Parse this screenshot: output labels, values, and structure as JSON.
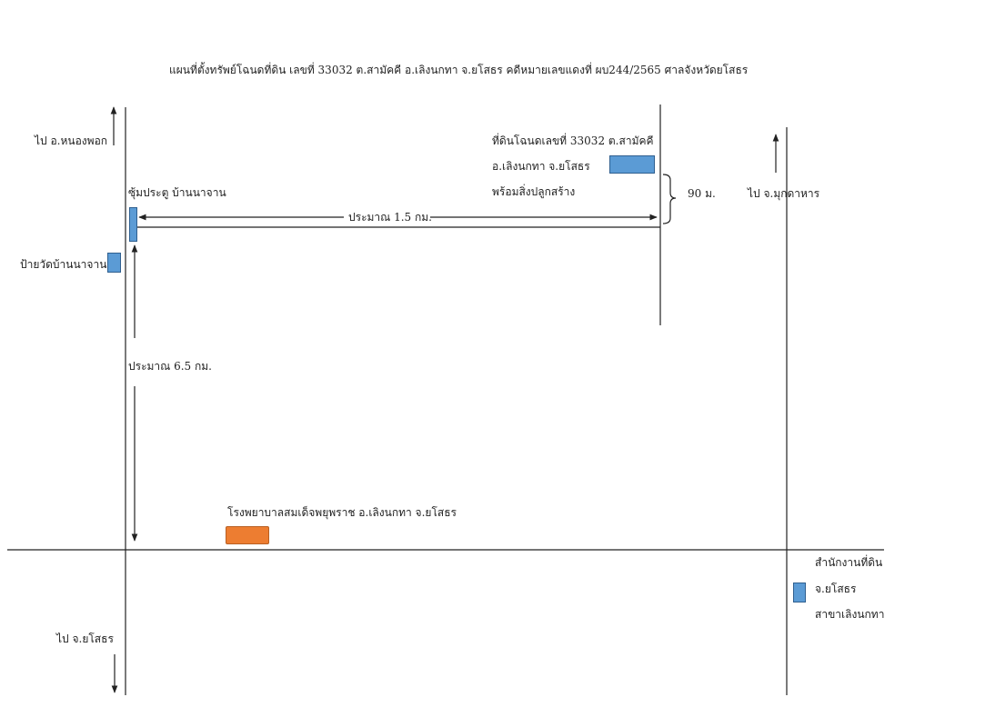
{
  "title": "แผนที่ตั้งทรัพย์โฉนดที่ดิน  เลขที่  33032  ต.สามัคคี อ.เลิงนกทา จ.ยโสธร   คดีหมายเลขแดงที่ ผบ244/2565  ศาลจังหวัดยโสธร",
  "labels": {
    "to_nong_phok": "ไป อ.หนองพอก",
    "soi_gate": "ซุ้มประตู บ้านนาจาน",
    "temple_sign": "ป้ายวัดบ้านนาจาน",
    "dist_horizontal": "ประมาณ 1.5 กม.",
    "dist_vertical": "ประมาณ 6.5 กม.",
    "land_line1": "ที่ดินโฉนดเลขที่ 33032 ต.สามัคคี",
    "land_line2": "อ.เลิงนกทา จ.ยโสธร",
    "land_line3": "พร้อมสิ่งปลูกสร้าง",
    "width_90m": "90 ม.",
    "to_mukdahan": "ไป จ.มุกดาหาร",
    "hospital": "โรงพยาบาลสมเด็จพยุพราช  อ.เลิงนกทา  จ.ยโสธร",
    "land_office_line1": "สำนักงานที่ดิน",
    "land_office_line2": "จ.ยโสธร",
    "land_office_line3": "สาขาเลิงนกทา",
    "to_yasothon": "ไป จ.ยโสธร"
  },
  "colors": {
    "marker_blue": "#5b9bd5",
    "marker_orange": "#ed7d31",
    "line": "#222222"
  }
}
